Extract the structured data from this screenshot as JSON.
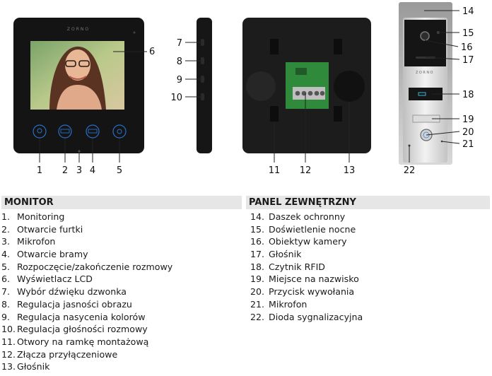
{
  "figure": {
    "brand_text": "ZORNO",
    "callouts": [
      "1",
      "2",
      "3",
      "4",
      "5",
      "6",
      "7",
      "8",
      "9",
      "10",
      "11",
      "12",
      "13",
      "14",
      "15",
      "16",
      "17",
      "18",
      "19",
      "20",
      "21",
      "22"
    ]
  },
  "monitor": {
    "title": "MONITOR",
    "items": [
      {
        "num": "1.",
        "label": "Monitoring"
      },
      {
        "num": "2.",
        "label": "Otwarcie furtki"
      },
      {
        "num": "3.",
        "label": "Mikrofon"
      },
      {
        "num": "4.",
        "label": "Otwarcie bramy"
      },
      {
        "num": "5.",
        "label": "Rozpoczęcie/zakończenie rozmowy"
      },
      {
        "num": "6.",
        "label": "Wyświetlacz LCD"
      },
      {
        "num": "7.",
        "label": "Wybór dźwięku dzwonka"
      },
      {
        "num": "8.",
        "label": "Regulacja jasności obrazu"
      },
      {
        "num": "9.",
        "label": "Regulacja nasycenia kolorów"
      },
      {
        "num": "10.",
        "label": "Regulacja głośności rozmowy"
      },
      {
        "num": "11.",
        "label": "Otwory na ramkę montażową"
      },
      {
        "num": "12.",
        "label": "Złącza przyłączeniowe"
      },
      {
        "num": "13.",
        "label": "Głośnik"
      }
    ]
  },
  "outdoor_panel": {
    "title": "PANEL ZEWNĘTRZNY",
    "items": [
      {
        "num": "14.",
        "label": "Daszek ochronny"
      },
      {
        "num": "15.",
        "label": "Doświetlenie nocne"
      },
      {
        "num": "16.",
        "label": "Obiektyw kamery"
      },
      {
        "num": "17.",
        "label": "Głośnik"
      },
      {
        "num": "18.",
        "label": "Czytnik RFID"
      },
      {
        "num": "19.",
        "label": "Miejsce na nazwisko"
      },
      {
        "num": "20.",
        "label": "Przycisk wywołania"
      },
      {
        "num": "21.",
        "label": "Mikrofon"
      },
      {
        "num": "22.",
        "label": "Dioda sygnalizacyjna"
      }
    ]
  }
}
